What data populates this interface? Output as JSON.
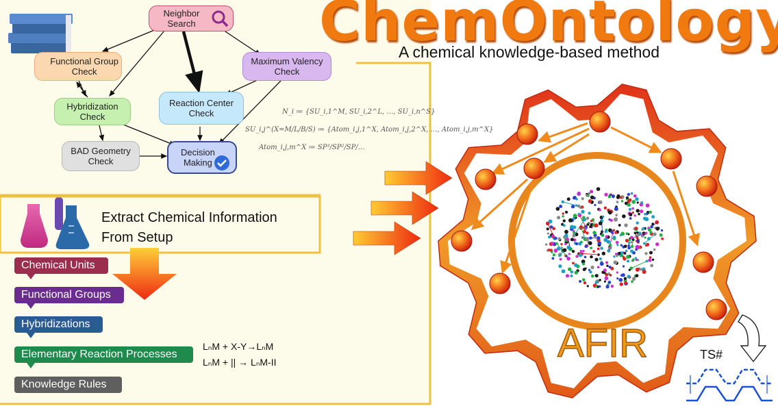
{
  "title": "ChemOntology",
  "subtitle": "A chemical knowledge-based method",
  "workflow": {
    "nodes": {
      "neighbor_search": "Neighbor\nSearch",
      "functional_group": "Functional Group\nCheck",
      "maximum_valency": "Maximum Valency\nCheck",
      "hybridization": "Hybridization\nCheck",
      "reaction_center": "Reaction Center\nCheck",
      "bad_geometry": "BAD Geometry\nCheck",
      "decision": "Decision\nMaking"
    },
    "formulas": [
      "N_i ≔ {SU_i,1^M, SU_i,2^L, …, SU_i,n^S}",
      "SU_i,j^(X=M/L/B/S) ≔ {Atom_i,j,1^X, Atom_i,j,2^X, …, Atom_i,j,m^X}",
      "Atom_i,j,m^X ≔ SP³/SP²/SP/…"
    ]
  },
  "extract": {
    "text": "Extract Chemical Information\nFrom Setup"
  },
  "hierarchy": [
    {
      "label": "Chemical Units",
      "color": "#9b2d4f"
    },
    {
      "label": "Functional Groups",
      "color": "#6a2c8f"
    },
    {
      "label": "Hybridizations",
      "color": "#2a5b92"
    },
    {
      "label": "Elementary Reaction Processes",
      "color": "#1e8a4c"
    },
    {
      "label": "Knowledge Rules",
      "color": "#5f5f5f"
    }
  ],
  "reactions": {
    "line1": "LₙM + X-Y→LₙM",
    "line2": "LₙM + || → LₙM-II"
  },
  "afir_label": "AFIR",
  "ts_label": "TS#",
  "colors": {
    "orange_frame": "#f0c040",
    "title_orange": "#f07a10",
    "gear_orange": "#e8861e",
    "ball_red": "#d82a10"
  }
}
